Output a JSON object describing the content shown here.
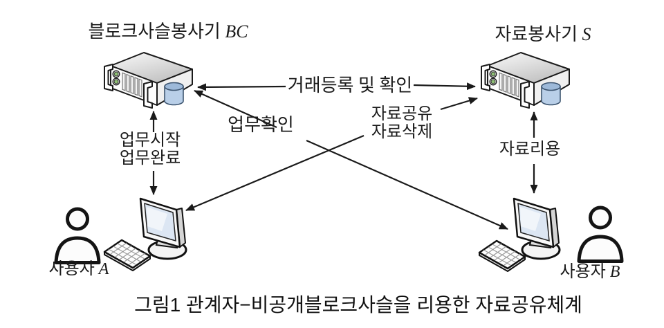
{
  "figure": {
    "bc_server": {
      "name": "블로크사슬봉사기",
      "var": "BC"
    },
    "s_server": {
      "name": "자료봉사기",
      "var": "S"
    },
    "arrow_labels": {
      "trade": "거래등록 및 확인",
      "work_confirm": "업무확인",
      "share1": "자료공유",
      "share2": "자료삭제",
      "start1": "업무시작",
      "start2": "업무완료",
      "data_use": "자료리용"
    },
    "user_a": {
      "name": "사용자",
      "var": "A"
    },
    "user_b": {
      "name": "사용자",
      "var": "B"
    },
    "caption": "그림1 관계자−비공개블로크사슬을 리용한 자료공유체계"
  },
  "icons": {
    "server": "rack-server-with-database-cylinder",
    "monitor": "desktop-monitor",
    "keyboard": "keyboard",
    "person": "user-silhouette"
  },
  "colors": {
    "ink": "#1a1a1a",
    "cylinder-blue": "#b9cfe8",
    "cylinder-top": "#9db9d9",
    "led-green": "#8fbf75",
    "screen-blue": "#dce6f3"
  }
}
